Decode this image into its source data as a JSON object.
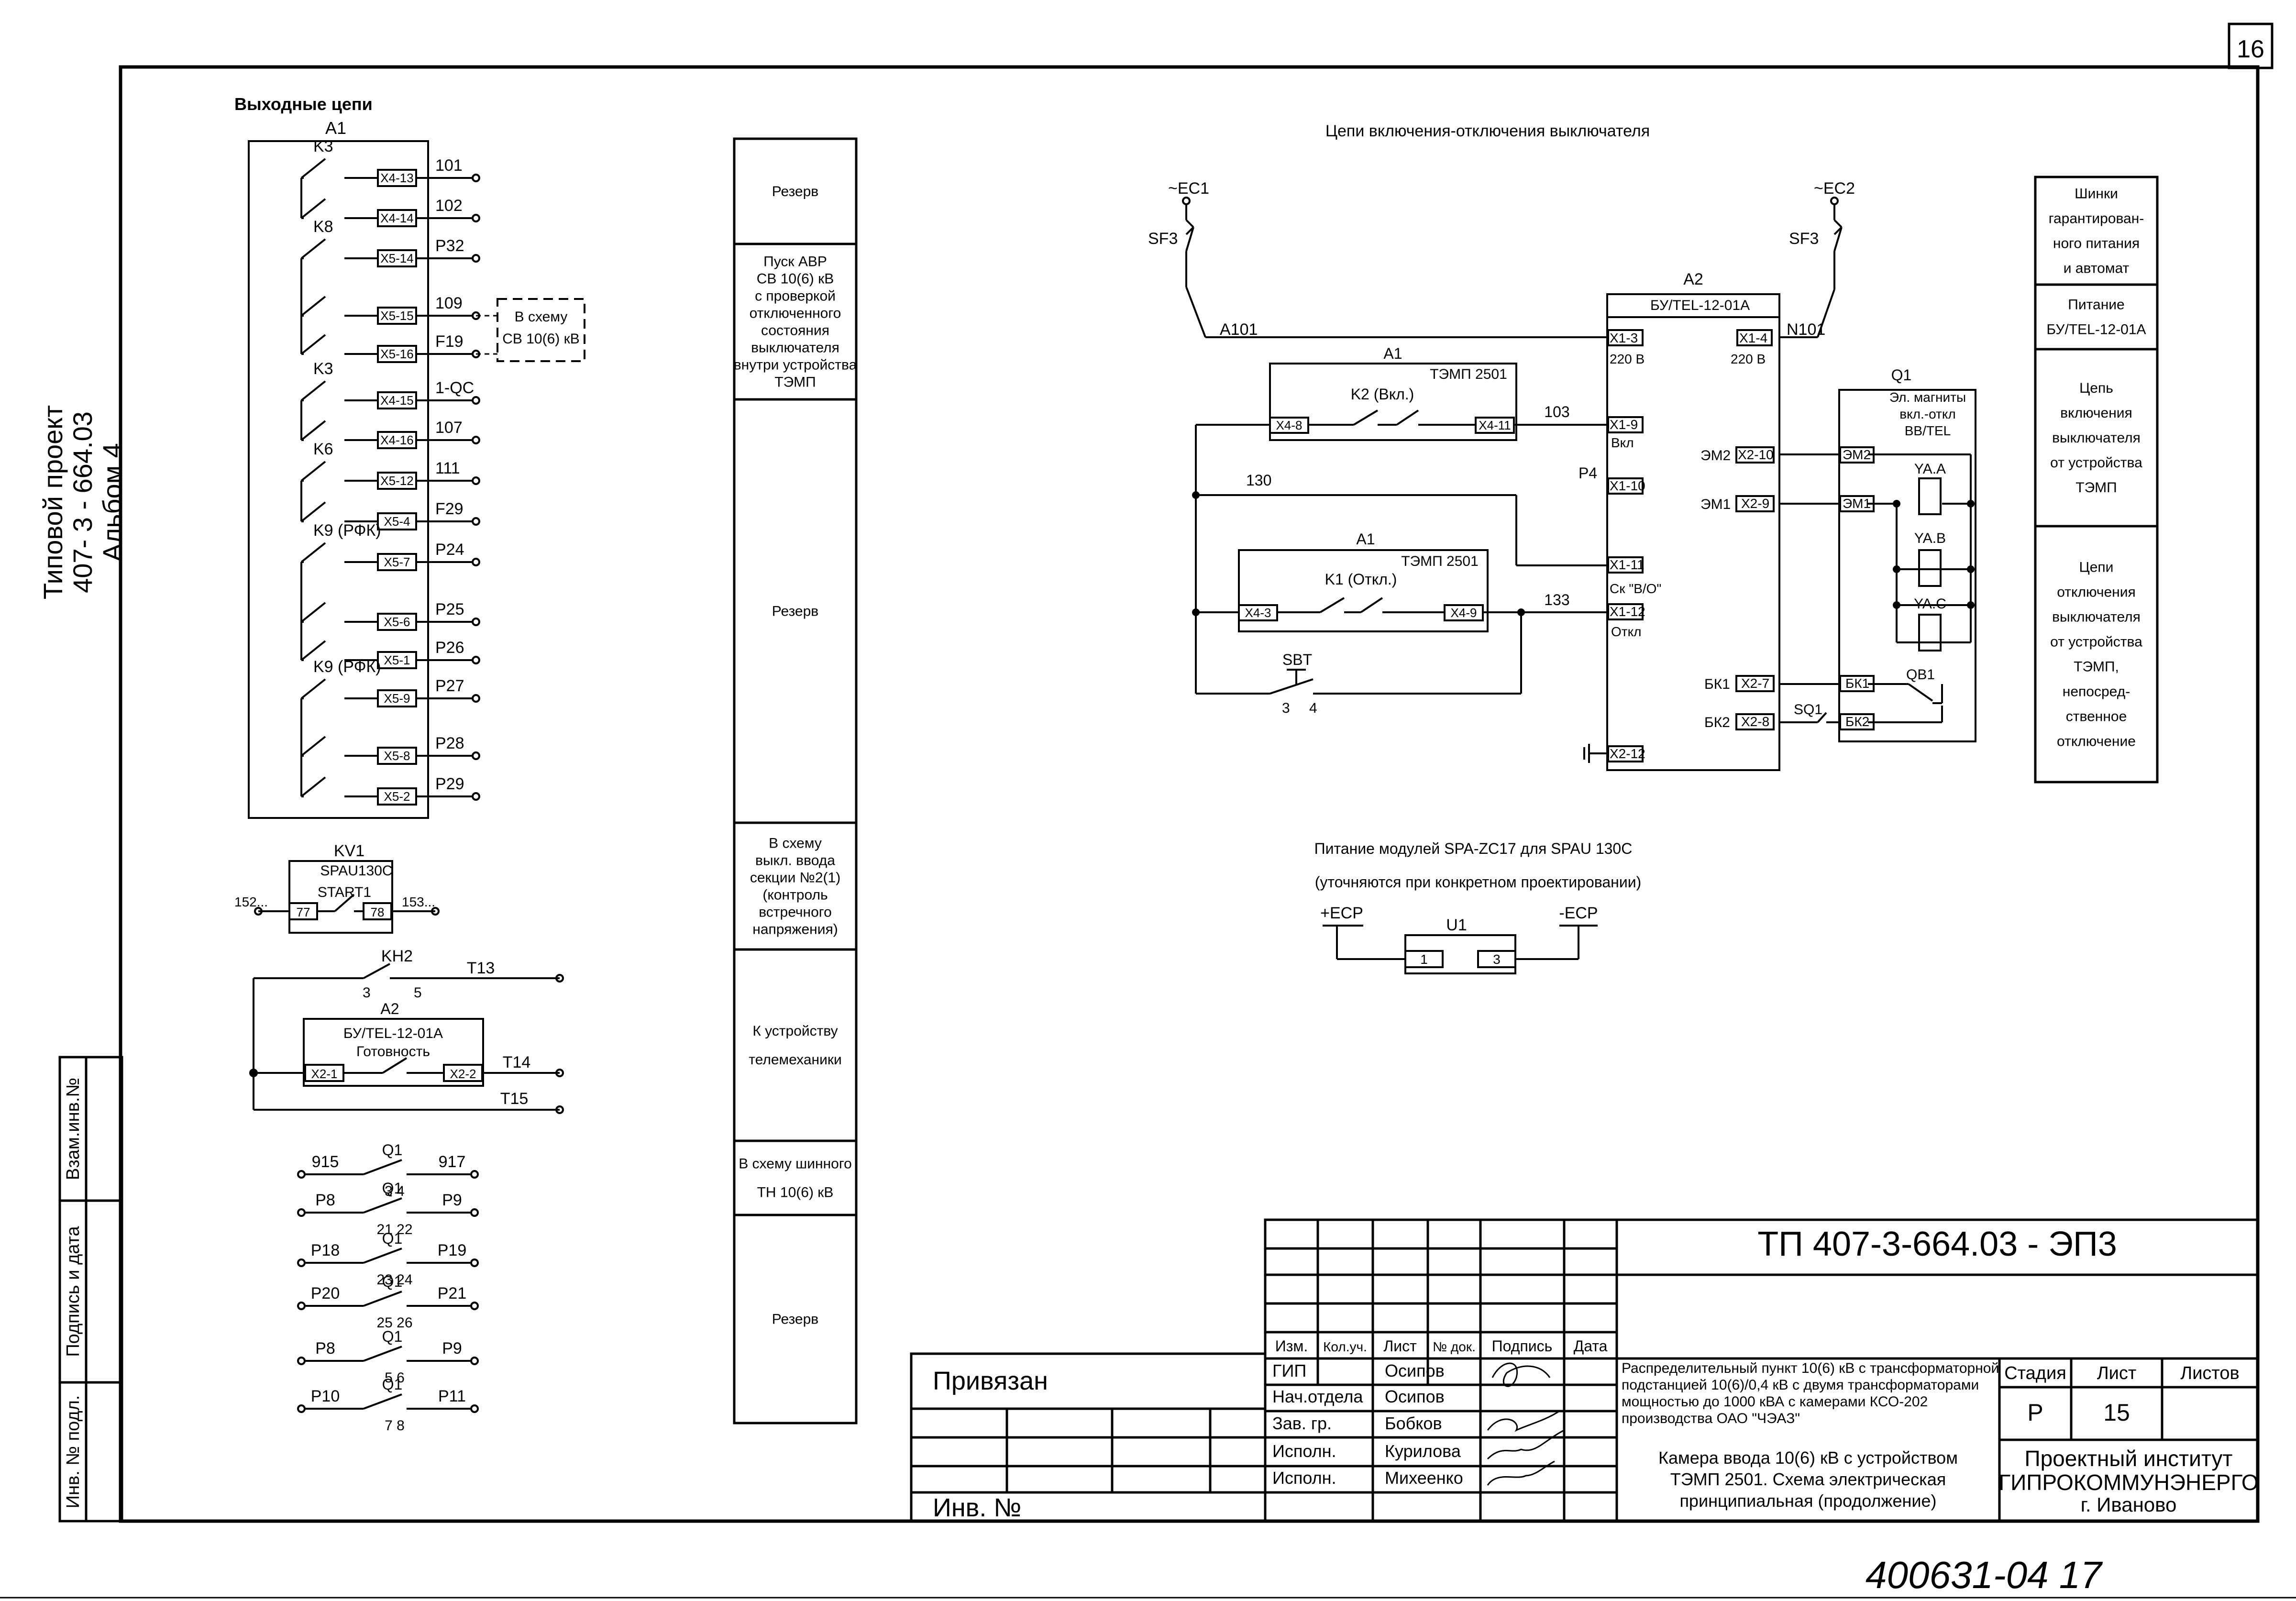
{
  "sheet": {
    "page_number": "16",
    "side_title": [
      "Типовой проект",
      "407- 3 - 664.03",
      "Альбом 4"
    ],
    "bottom_handwriting": "400631-04   17"
  },
  "left_stamp": {
    "cells": [
      "Взам.инв.№",
      "Подпись и дата",
      "Инв. № подл."
    ]
  },
  "output_circuits": {
    "title": "Выходные цепи",
    "device": "A1",
    "contacts": [
      {
        "name": "K3",
        "terminal": "X4-13",
        "wire": "101"
      },
      {
        "name": "",
        "terminal": "X4-14",
        "wire": "102"
      },
      {
        "name": "K8",
        "terminal": "X5-14",
        "wire": "P32"
      },
      {
        "name": "",
        "terminal": "X5-15",
        "wire": "109"
      },
      {
        "name": "",
        "terminal": "X5-16",
        "wire": "F19"
      },
      {
        "name": "K3",
        "terminal": "X4-15",
        "wire": "1-QC"
      },
      {
        "name": "",
        "terminal": "X4-16",
        "wire": "107"
      },
      {
        "name": "K6",
        "terminal": "X5-12",
        "wire": "111"
      },
      {
        "name": "",
        "terminal": "X5-4",
        "wire": "F29"
      },
      {
        "name": "K9 (РФК)",
        "terminal": "X5-7",
        "wire": "P24"
      },
      {
        "name": "",
        "terminal": "X5-6",
        "wire": "P25"
      },
      {
        "name": "",
        "terminal": "X5-1",
        "wire": "P26"
      },
      {
        "name": "K9 (РФК)",
        "terminal": "X5-9",
        "wire": "P27"
      },
      {
        "name": "",
        "terminal": "X5-8",
        "wire": "P28"
      },
      {
        "name": "",
        "terminal": "X5-2",
        "wire": "P29"
      }
    ],
    "dashed_box": [
      "В схему",
      "СВ 10(6) кВ"
    ]
  },
  "kv1": {
    "name": "KV1",
    "type": "SPAU130C",
    "contact": "START1",
    "terminals": [
      "77",
      "78"
    ],
    "wires": [
      "152...",
      "153..."
    ]
  },
  "kh2": {
    "name": "KH2",
    "pins": [
      "3",
      "5"
    ],
    "wire_top": "T13",
    "device": "A2",
    "device_type": "БУ/TEL-12-01A",
    "device_contact": "Готовность",
    "terminals": [
      "X2-1",
      "X2-2"
    ],
    "wire_mid": "T14",
    "wire_bottom": "T15"
  },
  "q1_contacts": [
    {
      "left": "915",
      "right": "917",
      "pins": "3  4"
    },
    {
      "left": "P8",
      "right": "P9",
      "pins": "21  22"
    },
    {
      "left": "P18",
      "right": "P19",
      "pins": "23  24"
    },
    {
      "left": "P20",
      "right": "P21",
      "pins": "25  26"
    },
    {
      "left": "P8",
      "right": "P9",
      "pins": "5  6"
    },
    {
      "left": "P10",
      "right": "P11",
      "pins": "7  8"
    }
  ],
  "q1_label": "Q1",
  "purpose_table": {
    "rows": [
      [
        "Резерв"
      ],
      [
        "Пуск АВР",
        "СВ 10(6) кВ",
        "с проверкой",
        "отключенного",
        "состояния",
        "выключателя",
        "внутри устройства",
        "ТЭМП"
      ],
      [
        "Резерв"
      ],
      [
        "В схему",
        "выкл. ввода",
        "секции №2(1)",
        "(контроль",
        "встречного",
        "напряжения)"
      ],
      [
        "К устройству",
        "телемеханики"
      ],
      [
        "В схему шинного",
        "ТН 10(6) кВ"
      ],
      [
        "Резерв"
      ]
    ]
  },
  "switch_circuits": {
    "title": "Цепи включения-отключения выключателя",
    "ec1": "~EC1",
    "ec2": "~EC2",
    "sf3": "SF3",
    "wire_a101": "A101",
    "wire_n101": "N101",
    "a2_label": "A2",
    "a2_type": "БУ/TEL-12-01A",
    "a2_terms_left": [
      "X1-3",
      "220 В",
      "X1-9",
      "Вкл",
      "X1-10",
      "X1-11",
      "Cк \"В/О\"",
      "X1-12",
      "Откл",
      "X2-12"
    ],
    "a2_terms_right": [
      "X1-4",
      "220 В",
      "X2-10",
      "X2-9",
      "X2-7",
      "X2-8"
    ],
    "a1_on": {
      "label": "A1",
      "type": "ТЭМП 2501",
      "contact": "K2 (Вкл.)",
      "t1": "X4-8",
      "t2": "X4-11",
      "wire": "103"
    },
    "a1_off": {
      "label": "A1",
      "type": "ТЭМП 2501",
      "contact": "K1 (Откл.)",
      "t1": "X4-3",
      "t2": "X4-9",
      "wire": "133"
    },
    "wire_130": "130",
    "wire_p4": "P4",
    "sbt": {
      "name": "SBT",
      "pins": [
        "3",
        "4"
      ]
    },
    "em_labels": [
      "ЭМ2",
      "ЭМ1",
      "БК1",
      "БК2"
    ],
    "q1": {
      "label": "Q1",
      "desc": [
        "Эл. магниты",
        "вкл.-откл",
        "ВВ/TEL"
      ],
      "terms": [
        "ЭМ2",
        "ЭМ1",
        "БК1",
        "БК2"
      ],
      "coils": [
        "YA.A",
        "YA.B",
        "YA.C"
      ],
      "qb1": "QB1",
      "sq1": "SQ1"
    }
  },
  "right_table": {
    "rows": [
      [
        "Шинки",
        "гарантирован-",
        "ного питания",
        "и автомат"
      ],
      [
        "Питание",
        "БУ/TEL-12-01A"
      ],
      [
        "Цепь",
        "включения",
        "выключателя",
        "от устройства",
        "ТЭМП"
      ],
      [
        "Цепи",
        "отключения",
        "выключателя",
        "от устройства",
        "ТЭМП,",
        "непосред-",
        "ственное",
        "отключение"
      ]
    ]
  },
  "spa_module": {
    "title1": "Питание модулей SPA-ZC17 для SPAU 130C",
    "title2": "(уточняются при конкретном проектировании)",
    "left": "+ECP",
    "right": "-ECP",
    "unit": "U1",
    "pins": [
      "1",
      "3"
    ]
  },
  "title_block": {
    "code": "ТП 407-3-664.03 - ЭП3",
    "header": [
      "Изм.",
      "Кол.уч.",
      "Лист",
      "№ док.",
      "Подпись",
      "Дата"
    ],
    "roles": [
      {
        "role": "ГИП",
        "name": "Осипов"
      },
      {
        "role": "Нач.отдела",
        "name": "Осипов"
      },
      {
        "role": "Зав. гр.",
        "name": "Бобков"
      },
      {
        "role": "Исполн.",
        "name": "Курилова"
      },
      {
        "role": "Исполн.",
        "name": "Михеенко"
      }
    ],
    "project_desc": [
      "Распределительный пункт 10(6) кВ с трансформаторной",
      "подстанцией 10(6)/0,4 кВ с двумя трансформаторами",
      "мощностью до 1000 кВА с камерами КСО-202",
      "производства ОАО \"ЧЭАЗ\""
    ],
    "sheet_desc": [
      "Камера ввода 10(6) кВ с устройством",
      "ТЭМП 2501. Схема электрическая",
      "принципиальная (продолжение)"
    ],
    "stage_label": "Стадия",
    "sheet_label": "Лист",
    "sheets_label": "Листов",
    "stage": "Р",
    "sheet": "15",
    "sheets": "",
    "org": [
      "Проектный институт",
      "ГИПРОКОММУНЭНЕРГО",
      "г. Иваново"
    ],
    "privyazan": "Привязан",
    "inv": "Инв. №"
  }
}
